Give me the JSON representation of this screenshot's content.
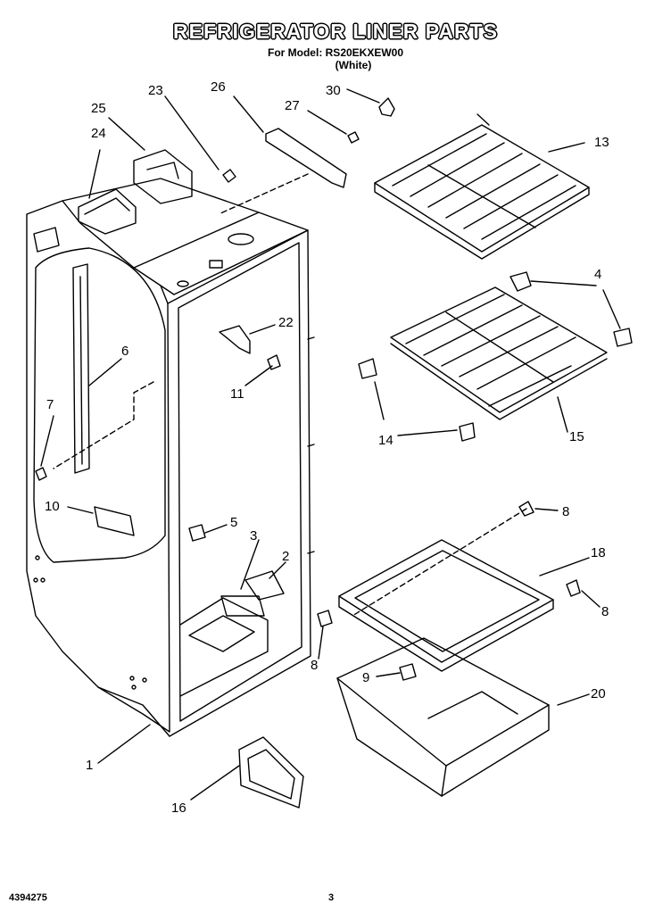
{
  "header": {
    "title": "REFRIGERATOR LINER PARTS",
    "model_line": "For Model: RS20EKXEW00",
    "color_line": "(White)"
  },
  "footer": {
    "doc_number": "4394275",
    "page_number": "3"
  },
  "callouts": {
    "c1": "1",
    "c2": "2",
    "c3": "3",
    "c4": "4",
    "c5": "5",
    "c6": "6",
    "c7": "7",
    "c8a": "8",
    "c8b": "8",
    "c8c": "8",
    "c9": "9",
    "c10": "10",
    "c11": "11",
    "c13": "13",
    "c14": "14",
    "c15": "15",
    "c16": "16",
    "c18": "18",
    "c20": "20",
    "c22": "22",
    "c23": "23",
    "c24": "24",
    "c25": "25",
    "c26": "26",
    "c27": "27",
    "c30": "30"
  }
}
